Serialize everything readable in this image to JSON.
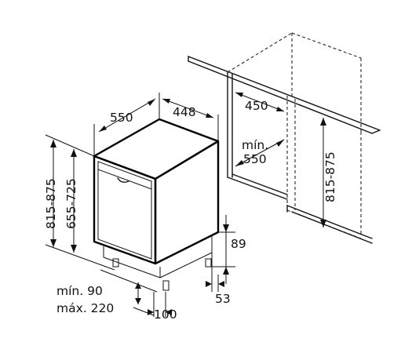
{
  "dimensions": {
    "depth": "550",
    "width": "448",
    "niche_depth": "450",
    "niche_width_label": "mín.",
    "niche_width_value": "550",
    "height_total": "815-875",
    "height_body": "655-725",
    "niche_height": "815-875",
    "plinth_height": "89",
    "plinth_offset": "53",
    "plinth_min": "mín. 90",
    "plinth_max": "máx. 220",
    "foot_depth": "100"
  }
}
